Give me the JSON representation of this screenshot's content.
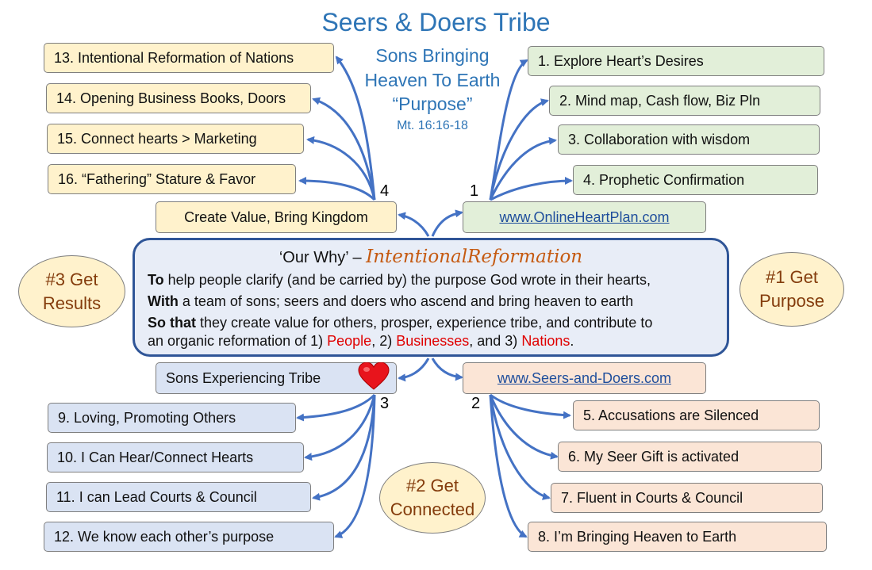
{
  "title": "Seers & Doers Tribe",
  "subtitle": {
    "line1": "Sons Bringing",
    "line2": "Heaven To Earth",
    "line3": "“Purpose”",
    "line4": "Mt. 16:16-18"
  },
  "why": {
    "head_prefix": "‘Our Why’ –",
    "head_word": "IntentionalReformation",
    "to_kw": "To",
    "to_text": " help people clarify (and be carried by) the purpose God wrote in their hearts,",
    "with_kw": "With",
    "with_text": " a team of sons; seers and doers who ascend and bring heaven to earth",
    "sothat_kw": "So that",
    "sothat_text": " they create value for others, prosper, experience tribe, and contribute to",
    "line4_text": "an organic reformation of 1) ",
    "people": "People",
    "sep1": ", 2) ",
    "businesses": "Businesses",
    "sep2": ", and 3) ",
    "nations": "Nations",
    "end": "."
  },
  "goals": {
    "purpose": [
      "#1 Get",
      "Purpose"
    ],
    "connected": [
      "#2 Get",
      "Connected"
    ],
    "results": [
      "#3 Get",
      "Results"
    ]
  },
  "hubs": {
    "h1": {
      "number": "1",
      "label": "www.OnlineHeartPlan.com"
    },
    "h2": {
      "number": "2",
      "label": "www.Seers-and-Doers.com"
    },
    "h3": {
      "number": "3",
      "label": "Sons Experiencing  Tribe"
    },
    "h4": {
      "number": "4",
      "label": "Create Value, Bring Kingdom"
    }
  },
  "steps": {
    "s1": "1. Explore Heart’s Desires",
    "s2": "2. Mind map, Cash flow, Biz Pln",
    "s3": "3. Collaboration with wisdom",
    "s4": "4. Prophetic Confirmation",
    "s5": "5. Accusations are Silenced",
    "s6": "6. My Seer Gift is activated",
    "s7": "7. Fluent in Courts & Council",
    "s8": "8. I’m Bringing Heaven to Earth",
    "s9": "9. Loving, Promoting Others",
    "s10": "10. I Can Hear/Connect  Hearts",
    "s11": "11. I can Lead Courts & Council",
    "s12": "12. We know each other’s purpose",
    "s13": "13. Intentional Reformation of Nations",
    "s14": "14. Opening Business Books, Doors",
    "s15": "15. Connect hearts > Marketing",
    "s16": "16. “Fathering” Stature & Favor"
  },
  "colors": {
    "arrow": "#4472c4",
    "yellow": "#fff2cc",
    "green": "#e2efd9",
    "blue": "#dae3f3",
    "peach": "#fbe5d6",
    "title": "#2e75b6",
    "goal_text": "#843c0c",
    "highlight_red": "#e00000"
  },
  "icons": {
    "heart": "heart-icon"
  }
}
